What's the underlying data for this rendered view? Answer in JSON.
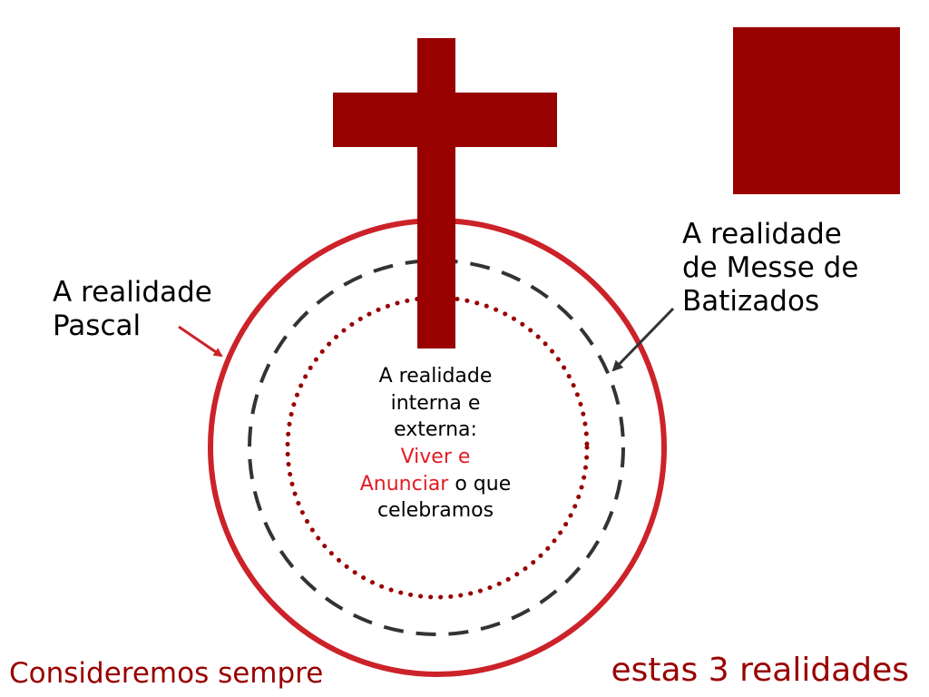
{
  "colors": {
    "dark_red": "#990000",
    "bright_red": "#cc2229",
    "accent_red": "#e31b23",
    "dashed_gray": "#333333"
  },
  "labels": {
    "pascal": [
      "A realidade",
      "Pascal"
    ],
    "batizados": [
      "A realidade",
      "de Messe de",
      "Batizados"
    ],
    "inner": {
      "line1": "A realidade",
      "line2": "interna e",
      "line3": "externa:",
      "accent1": "Viver e",
      "accent2": "Anunciar",
      "rest": " o que",
      "line6": "celebramos"
    }
  },
  "footer": {
    "left": "Consideremos sempre",
    "right": "estas 3 realidades"
  }
}
